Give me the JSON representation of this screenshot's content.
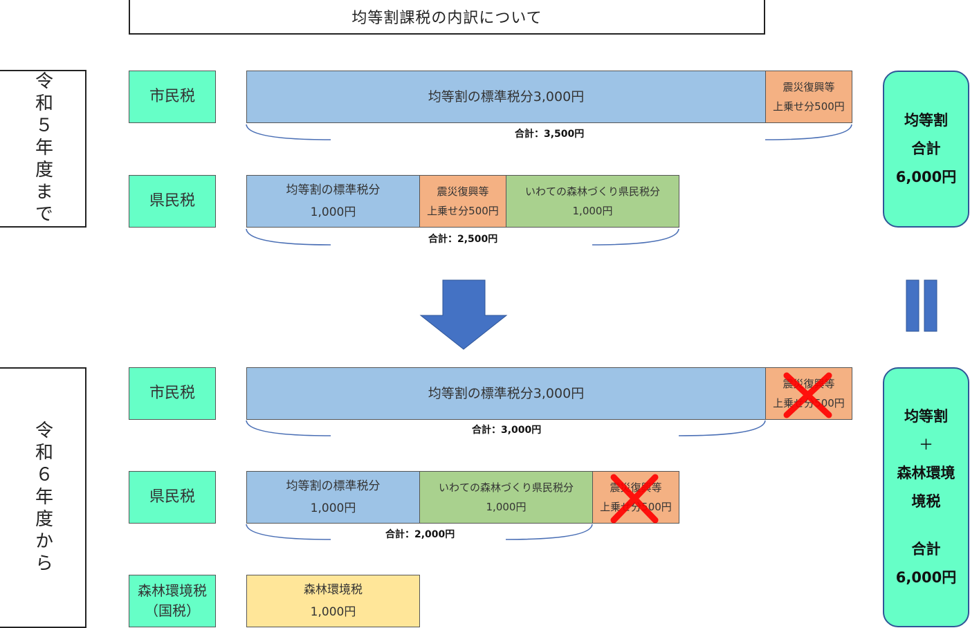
{
  "title": "均等割課税の内訳について",
  "before": {
    "era_label": "令和５年度まで",
    "city": {
      "label": "市民税",
      "segments": [
        "均等割の標準税分3,000円",
        "震災復興等",
        "上乗せ分500円"
      ],
      "total": "合計：3,500円"
    },
    "pref": {
      "label": "県民税",
      "segments": [
        "均等割の標準税分",
        "1,000円",
        "震災復興等",
        "上乗せ分500円",
        "いわての森林づくり県民税分",
        "1,000円"
      ],
      "total": "合計：2,500円"
    },
    "summary": [
      "均等割",
      "合計",
      "6,000円"
    ]
  },
  "after": {
    "era_label": "令和６年度から",
    "city": {
      "label": "市民税",
      "segments": [
        "均等割の標準税分3,000円",
        "震災復興等",
        "上乗せ分500円"
      ],
      "total": "合計：3,000円"
    },
    "pref": {
      "label": "県民税",
      "segments": [
        "均等割の標準税分",
        "1,000円",
        "いわての森林づくり県民税分",
        "1,000円",
        "震災復興等",
        "上乗せ分500円"
      ],
      "total": "合計：2,000円"
    },
    "forest": {
      "label_lines": [
        "森林環境税",
        "（国税）"
      ],
      "segments": [
        "森林環境税",
        "1,000円"
      ]
    },
    "summary": [
      "均等割",
      "＋",
      "森林環境",
      "境税",
      "合計",
      "6,000円"
    ]
  },
  "colors": {
    "label_bg": "#66ffc7",
    "standard": "#9dc3e6",
    "reconstruction": "#f4b183",
    "forest_pref": "#a9d18e",
    "forest_national": "#ffe699",
    "arrow": "#4472c4",
    "cross": "#ff0000"
  },
  "icons": [
    "down-arrow-icon",
    "equals-icon",
    "cross-mark-icon"
  ]
}
